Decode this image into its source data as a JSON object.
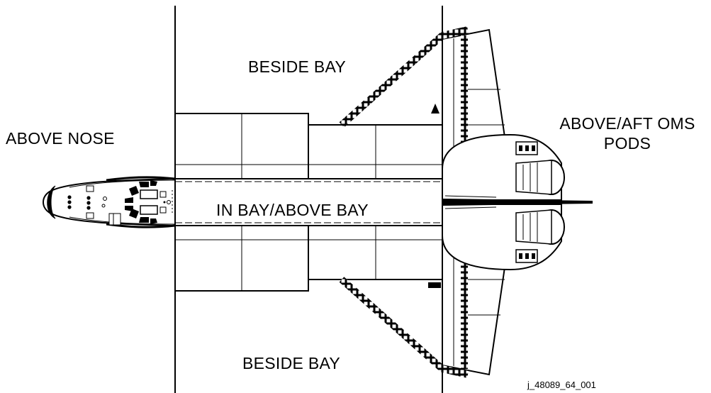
{
  "labels": {
    "above_nose": "ABOVE NOSE",
    "beside_bay_top": "BESIDE BAY",
    "beside_bay_bottom": "BESIDE BAY",
    "in_bay": "IN BAY/ABOVE BAY",
    "above_aft_line1": "ABOVE/AFT OMS",
    "above_aft_line2": "PODS"
  },
  "figure_id": "j_48089_64_001",
  "colors": {
    "ink": "#000000",
    "paper": "#ffffff"
  }
}
